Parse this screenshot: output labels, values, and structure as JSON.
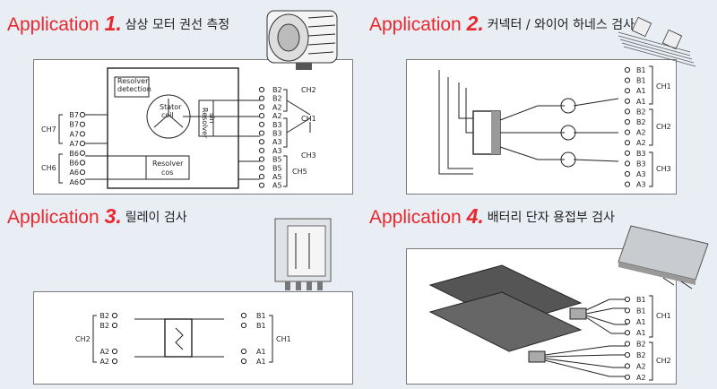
{
  "apps": [
    {
      "word": "Application",
      "num": "1.",
      "desc": "삼상 모터 권선 측정"
    },
    {
      "word": "Application",
      "num": "2.",
      "desc": "커넥터 / 와이어 하네스 검사"
    },
    {
      "word": "Application",
      "num": "3.",
      "desc": "릴레이 검사"
    },
    {
      "word": "Application",
      "num": "4.",
      "desc": "배터리 단자 용접부 검사"
    }
  ],
  "app1": {
    "left_pins": [
      "B7",
      "B7",
      "A7",
      "A7",
      "B6",
      "B6",
      "A6",
      "A6"
    ],
    "right_pins": [
      "B2",
      "B2",
      "A2",
      "A2",
      "B3",
      "B3",
      "A3",
      "A3",
      "B5",
      "B5",
      "A5",
      "A5"
    ],
    "ch7": "CH7",
    "ch6": "CH6",
    "ch2": "CH2",
    "ch1": "CH1",
    "ch3": "CH3",
    "ch5": "CH5",
    "resolver_detection": [
      "Resolver",
      "detection"
    ],
    "stator_coil": [
      "Stator",
      "coil"
    ],
    "resolver_sin": [
      "Resolver",
      "sin"
    ],
    "resolver_cos": [
      "Resolver",
      "cos"
    ]
  },
  "app2": {
    "pins": [
      "B1",
      "B1",
      "A1",
      "A1",
      "B2",
      "B2",
      "A2",
      "A2",
      "B3",
      "B3",
      "A3",
      "A3"
    ],
    "ch1": "CH1",
    "ch2": "CH2",
    "ch3": "CH3"
  },
  "app3": {
    "left_pins": [
      "B2",
      "B2",
      "A2",
      "A2"
    ],
    "right_pins": [
      "B1",
      "B1",
      "A1",
      "A1"
    ],
    "ch2": "CH2",
    "ch1": "CH1"
  },
  "app4": {
    "pins": [
      "B1",
      "B1",
      "A1",
      "A1",
      "B2",
      "B2",
      "A2",
      "A2"
    ],
    "ch1": "CH1",
    "ch2": "CH2"
  }
}
